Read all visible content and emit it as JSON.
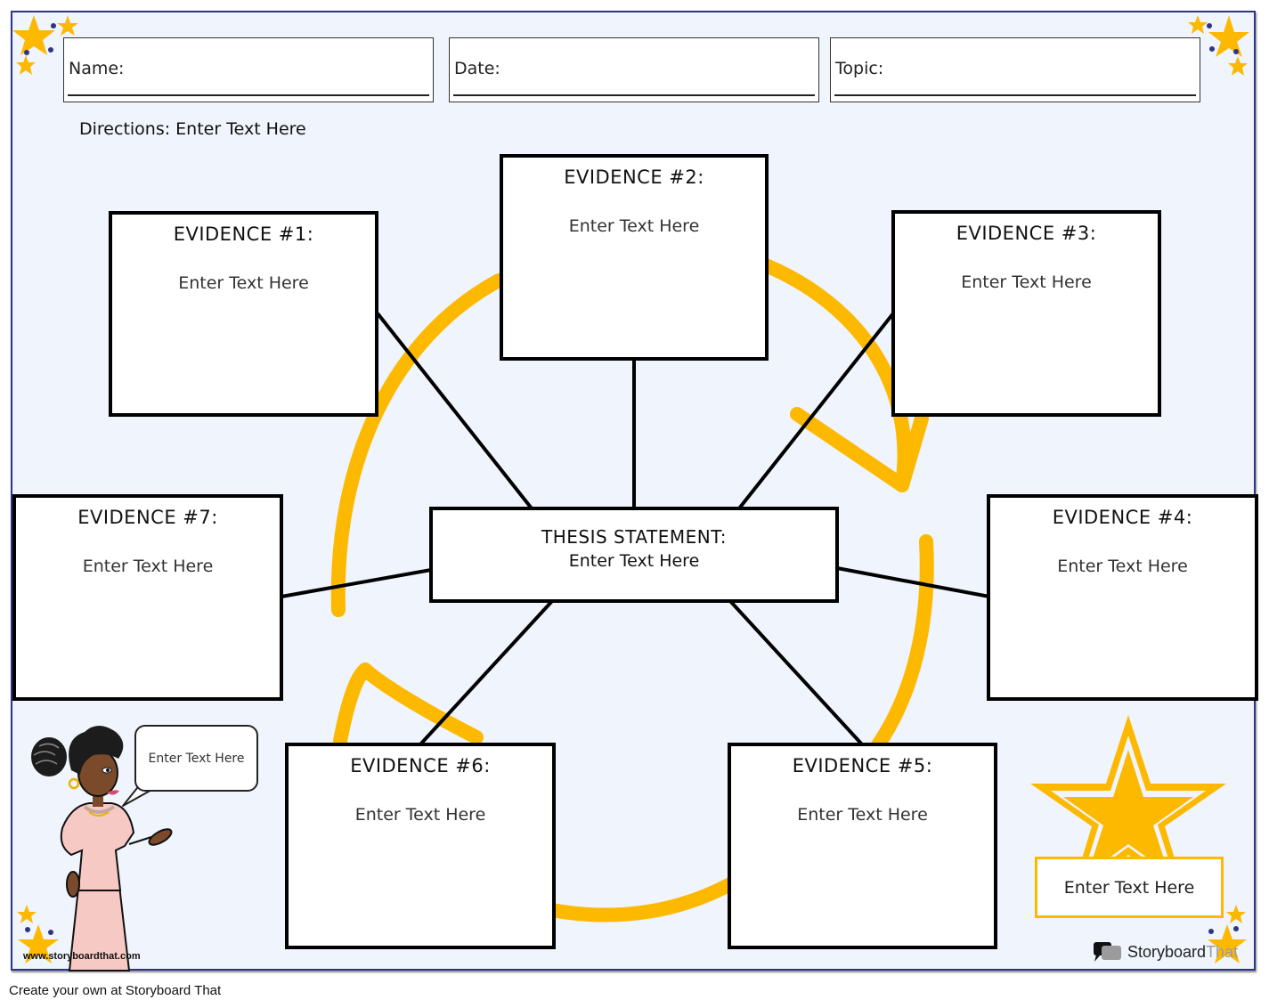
{
  "header": {
    "name_label": "Name:",
    "date_label": "Date:",
    "topic_label": "Topic:"
  },
  "directions": "Directions: Enter Text Here",
  "thesis": {
    "title": "THESIS STATEMENT:",
    "body": "Enter Text Here"
  },
  "evidence": [
    {
      "title": "EVIDENCE #1:",
      "body": "Enter Text Here"
    },
    {
      "title": "EVIDENCE #2:",
      "body": "Enter Text Here"
    },
    {
      "title": "EVIDENCE #3:",
      "body": "Enter Text Here"
    },
    {
      "title": "EVIDENCE #4:",
      "body": "Enter Text Here"
    },
    {
      "title": "EVIDENCE #5:",
      "body": "Enter Text Here"
    },
    {
      "title": "EVIDENCE #6:",
      "body": "Enter Text Here"
    },
    {
      "title": "EVIDENCE #7:",
      "body": "Enter Text Here"
    }
  ],
  "speech_bubble": "Enter Text Here",
  "award_label": "Enter Text Here",
  "watermark": {
    "url": "www.storyboardthat.com",
    "logo_part1": "Storyboard",
    "logo_part2": "That"
  },
  "footer": "Create your own at Storyboard That",
  "colors": {
    "accent_yellow": "#fdb900",
    "frame_blue": "#2e3587",
    "background": "#eff4fd"
  }
}
